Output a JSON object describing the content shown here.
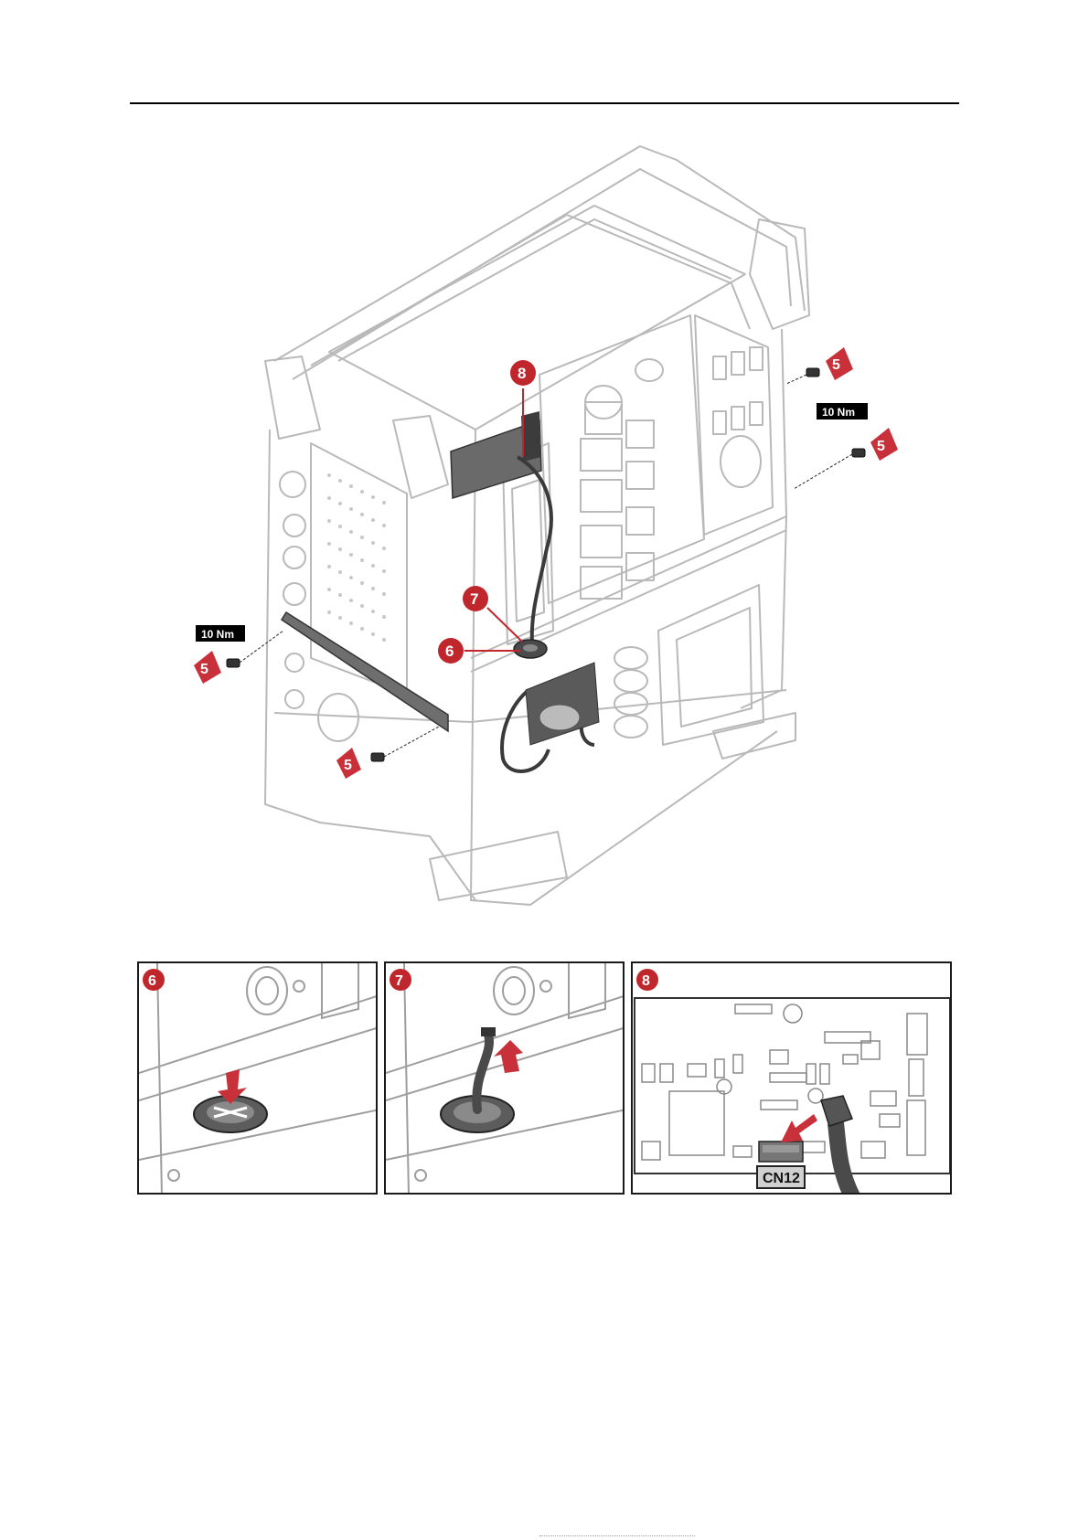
{
  "main_figure": {
    "callouts": {
      "screw_step": "5",
      "grommet_step": "6",
      "cable_step": "7",
      "connector_step": "8"
    },
    "torque_left": "10 Nm",
    "torque_right": "10 Nm"
  },
  "detail_panels": [
    {
      "step": "6"
    },
    {
      "step": "7"
    },
    {
      "step": "8",
      "connector_label": "CN12"
    }
  ],
  "colors": {
    "callout_red": "#c0272d",
    "arrow_red": "#c8313a",
    "line_gray": "#b8b8b8",
    "dark_part": "#5a5a5a"
  }
}
